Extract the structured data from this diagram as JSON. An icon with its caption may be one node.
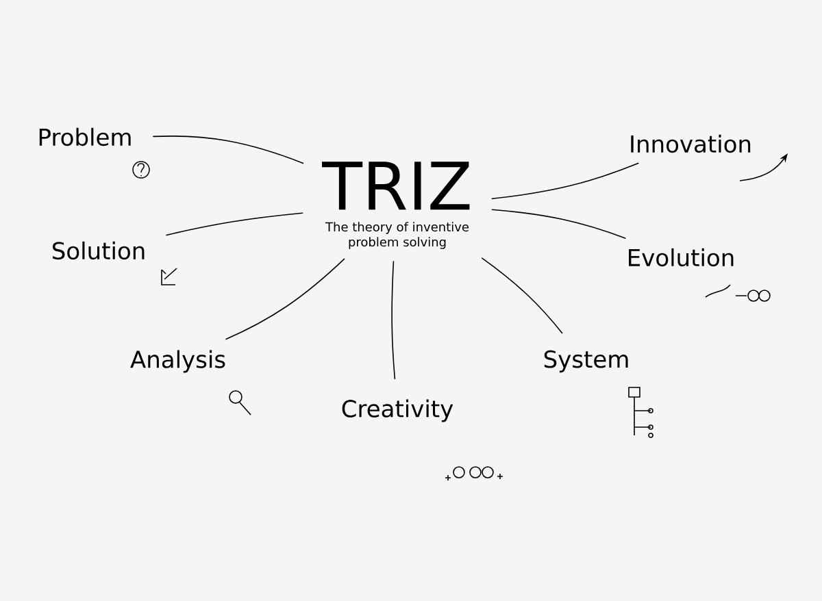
{
  "diagram": {
    "nodes": [
      {
        "text": [
          "TRIZ",
          "The theory of inventive problem solving"
        ]
      },
      {
        "text": [
          "Problem"
        ]
      },
      {
        "text": [
          "Solution"
        ]
      },
      {
        "text": [
          "Analysis"
        ]
      },
      {
        "text": [
          "Creativity"
        ]
      },
      {
        "text": [
          "System"
        ]
      },
      {
        "text": [
          "Evolution"
        ]
      },
      {
        "text": [
          "Innovation"
        ]
      }
    ],
    "edges": [
      {
        "from": 0,
        "to": 1,
        "arrow": "none"
      },
      {
        "from": 0,
        "to": 2,
        "arrow": "none"
      },
      {
        "from": 0,
        "to": 3,
        "arrow": "none"
      },
      {
        "from": 0,
        "to": 4,
        "arrow": "none"
      },
      {
        "from": 0,
        "to": 5,
        "arrow": "none"
      },
      {
        "from": 0,
        "to": 6,
        "arrow": "none"
      },
      {
        "from": 0,
        "to": 7,
        "arrow": "none"
      }
    ]
  }
}
